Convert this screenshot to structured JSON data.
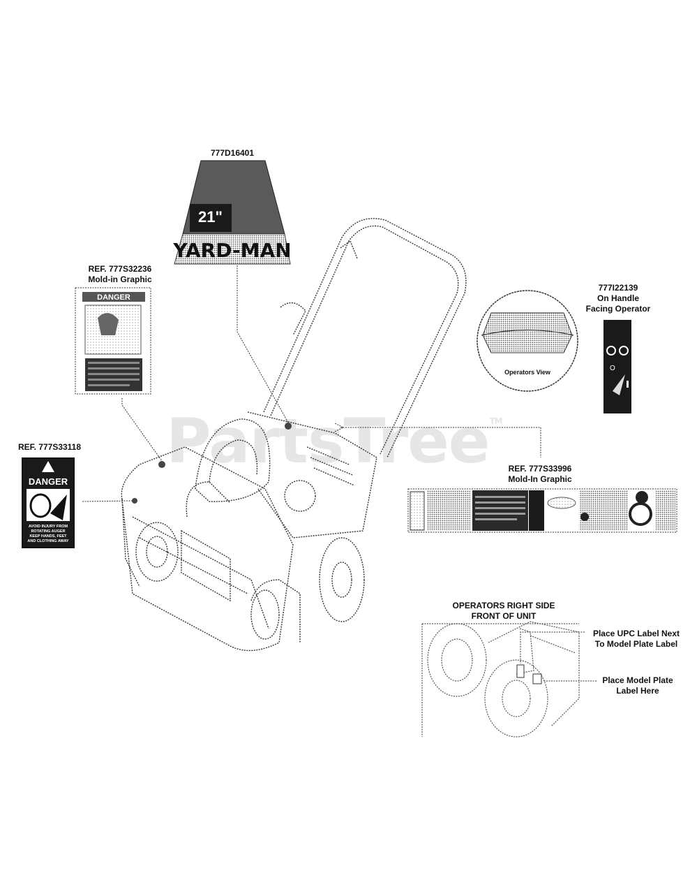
{
  "watermark": {
    "text": "PartsTree",
    "tm": "TM"
  },
  "parts": {
    "top_decal": {
      "part_no": "777D16401",
      "size": "21\"",
      "brand": "YARD-MAN"
    },
    "danger_left": {
      "ref": "REF. 777S33118",
      "title": "DANGER",
      "text": [
        "AVOID INJURY FROM",
        "ROTATING AUGER",
        "KEEP HANDS, FEET",
        "AND CLOTHING AWAY"
      ]
    },
    "danger_mold": {
      "ref": "REF. 777S32236",
      "desc": "Mold-in Graphic",
      "title": "DANGER"
    },
    "handle_decal": {
      "part_no": "777I22139",
      "line1": "On Handle",
      "line2": "Facing Operator",
      "view": "Operators View"
    },
    "control_panel": {
      "ref": "REF. 777S33996",
      "desc": "Mold-In Graphic"
    }
  },
  "inset": {
    "title_line1": "OPERATORS RIGHT SIDE",
    "title_line2": "FRONT OF UNIT",
    "upc_line1": "Place UPC Label Next",
    "upc_line2": "To Model Plate Label",
    "model_line1": "Place Model Plate",
    "model_line2": "Label Here"
  },
  "colors": {
    "ink": "#111111",
    "shade": "#9a9a9a",
    "dark": "#1a1a1a",
    "watermark": "#e6e6e6"
  }
}
